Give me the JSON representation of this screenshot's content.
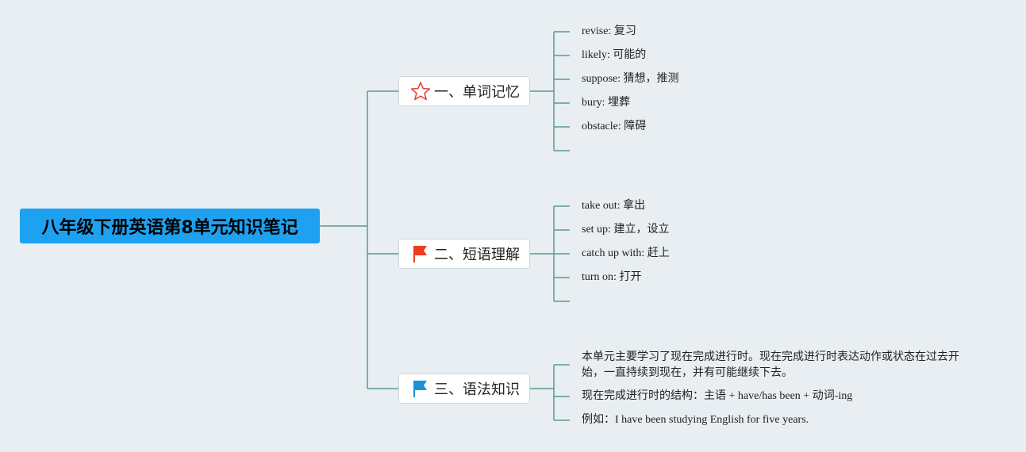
{
  "root": {
    "title": "八年级下册英语第8单元知识笔记"
  },
  "branches": [
    {
      "label": "一、单词记忆",
      "icon": "star-icon",
      "leaves": [
        "revise: 复习",
        "likely: 可能的",
        "suppose: 猜想，推测",
        "bury: 埋葬",
        "obstacle: 障碍",
        ""
      ]
    },
    {
      "label": "二、短语理解",
      "icon": "red-flag-icon",
      "leaves": [
        "take out: 拿出",
        "set up: 建立，设立",
        "catch up with: 赶上",
        "turn on: 打开",
        ""
      ]
    },
    {
      "label": "三、语法知识",
      "icon": "blue-flag-icon",
      "leaves": [
        "本单元主要学习了现在完成进行时。现在完成进行时表达动作或状态在过去开始，一直持续到现在，并有可能继续下去。",
        "现在完成进行时的结构：主语 + have/has been + 动词-ing",
        "例如：I have been studying English for five years."
      ]
    }
  ],
  "colors": {
    "background": "#e8eef1",
    "root_fill": "#1ea1f0",
    "connector": "#5a9a8e",
    "star_stroke": "#e8453c",
    "red_flag": "#f03c1e",
    "blue_flag": "#1e90d8"
  }
}
